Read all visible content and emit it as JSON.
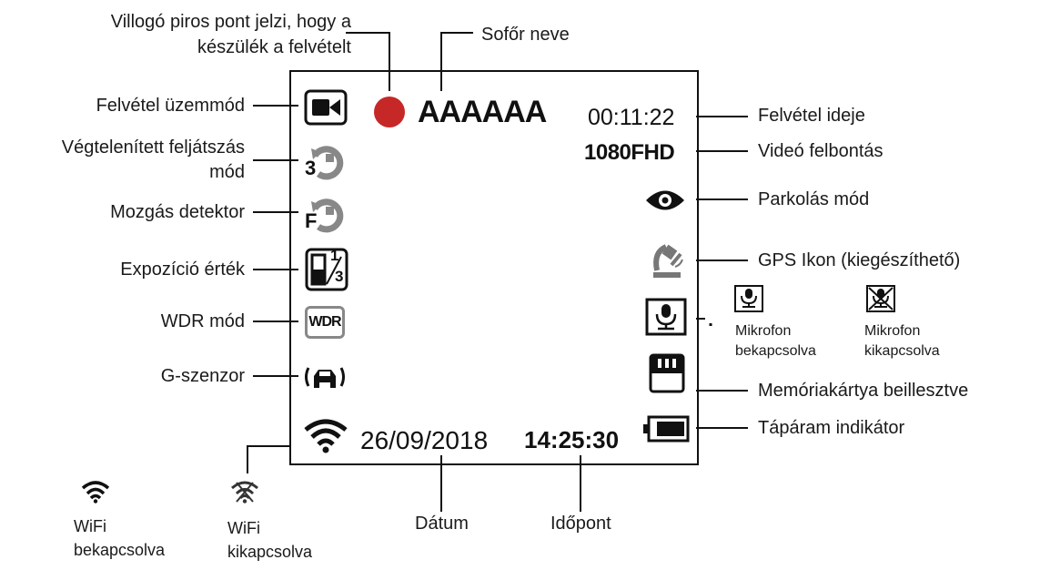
{
  "screen": {
    "driver_name": "AAAAAA",
    "rec_time": "00:11:22",
    "resolution": "1080FHD",
    "date": "26/09/2018",
    "time": "14:25:30",
    "loop_value": "3",
    "motion_value": "F",
    "wdr_badge": "WDR",
    "exposure_top": "1",
    "exposure_bottom": "3"
  },
  "labels": {
    "rec_dot_line1": "Villogó piros pont jelzi, hogy a",
    "rec_dot_line2": "készülék a felvételt",
    "driver": "Sofőr neve",
    "rec_mode": "Felvétel üzemmód",
    "loop_line1": "Végtelenített feljátszás",
    "loop_line2": "mód",
    "motion": "Mozgás detektor",
    "exposure": "Expozíció érték",
    "wdr": "WDR mód",
    "gsensor": "G-szenzor",
    "rec_time": "Felvétel ideje",
    "resolution": "Videó felbontás",
    "parking": "Parkolás mód",
    "gps": "GPS Ikon (kiegészíthető)",
    "mic_on_line1": "Mikrofon",
    "mic_on_line2": "bekapcsolva",
    "mic_off_line1": "Mikrofon",
    "mic_off_line2": "kikapcsolva",
    "memcard": "Memóriakártya beillesztve",
    "battery": "Tápáram indikátor",
    "date": "Dátum",
    "time": "Időpont",
    "wifi_on_line1": "WiFi",
    "wifi_on_line2": "bekapcsolva",
    "wifi_off_line1": "WiFi",
    "wifi_off_line2": "kikapcsolva"
  },
  "colors": {
    "record_dot": "#c62828",
    "ink": "#111111"
  }
}
